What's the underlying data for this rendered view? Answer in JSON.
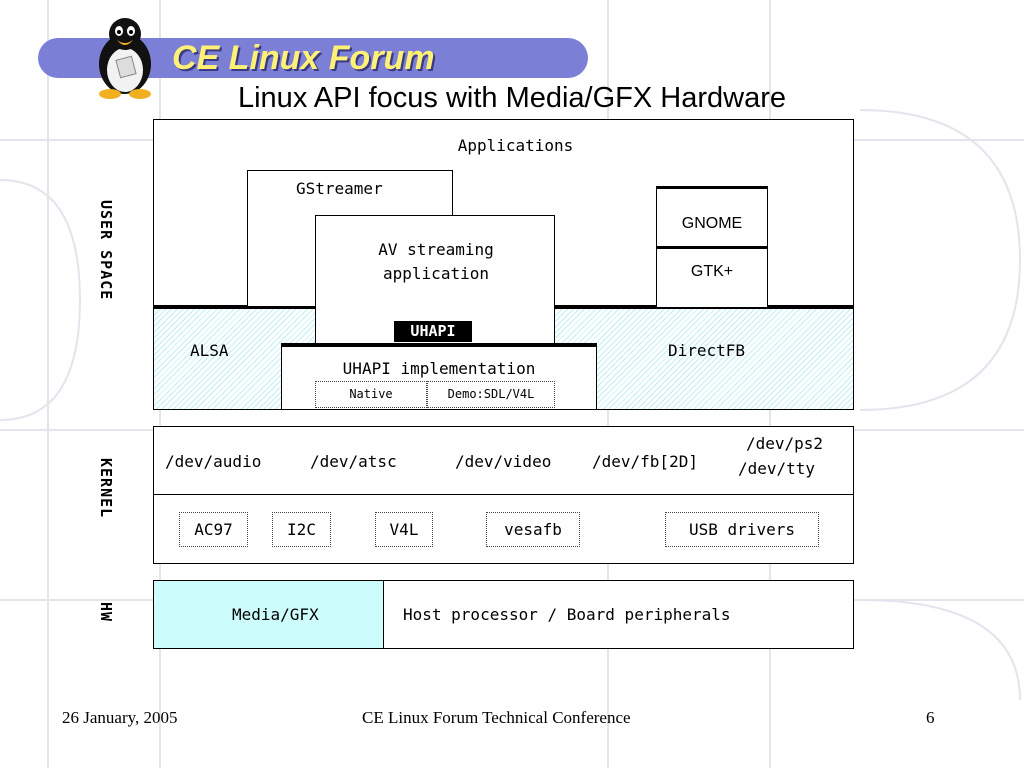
{
  "header": {
    "logo_text": "CE Linux Forum",
    "title": "Linux API focus with Media/GFX Hardware"
  },
  "layers": {
    "user_space": "USER SPACE",
    "kernel": "KERNEL",
    "hw": "HW"
  },
  "user_space": {
    "applications": "Applications",
    "gstreamer": "GStreamer",
    "av_streaming": "AV streaming application",
    "gnome": "GNOME",
    "gtk": "GTK+",
    "uhapi": "UHAPI",
    "alsa": "ALSA",
    "directfb": "DirectFB",
    "uhapi_impl": "UHAPI implementation",
    "native": "Native",
    "demo": "Demo:SDL/V4L"
  },
  "kernel": {
    "devices": [
      "/dev/audio",
      "/dev/atsc",
      "/dev/video",
      "/dev/fb[2D]"
    ],
    "dev_ps2": "/dev/ps2",
    "dev_tty": "/dev/tty",
    "drivers": [
      "AC97",
      "I2C",
      "V4L",
      "vesafb",
      "USB drivers"
    ]
  },
  "hw": {
    "media_gfx": "Media/GFX",
    "host": "Host processor / Board peripherals"
  },
  "footer": {
    "date": "26 January, 2005",
    "conference": "CE Linux Forum Technical Conference",
    "page": "6"
  },
  "colors": {
    "accent_lavender": "#7b7fd6",
    "light_cyan": "#ccfcfc"
  }
}
